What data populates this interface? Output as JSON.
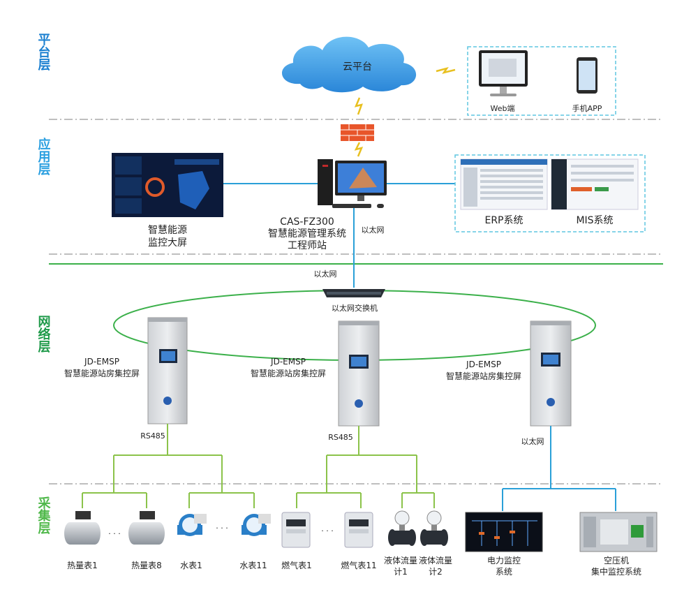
{
  "layers": [
    {
      "label": "平台层",
      "color": "#1a7fd0"
    },
    {
      "label": "应用层",
      "color": "#2a9fe0"
    },
    {
      "label": "网络层",
      "color": "#1f9a4a"
    },
    {
      "label": "采集层",
      "color": "#4fb84a"
    }
  ],
  "platform": {
    "cloud_label": "云平台",
    "web_label": "Web端",
    "app_label": "手机APP"
  },
  "application": {
    "bigscreen_label": [
      "智慧能源",
      "监控大屏"
    ],
    "workstation_label": [
      "CAS-FZ300",
      "智慧能源管理系统",
      "工程师站"
    ],
    "ethernet_label": "以太网",
    "erp_label": "ERP系统",
    "mis_label": "MIS系统"
  },
  "network": {
    "ethernet_label": "以太网",
    "switch_label": "以太网交换机",
    "cabinets": [
      {
        "model": "JD-EMSP",
        "name": "智慧能源站房集控屏",
        "bus": "RS485"
      },
      {
        "model": "JD-EMSP",
        "name": "智慧能源站房集控屏",
        "bus": "RS485"
      },
      {
        "model": "JD-EMSP",
        "name": "智慧能源站房集控屏",
        "bus": "以太网"
      }
    ]
  },
  "collection": {
    "devices": [
      {
        "label": "热量表1"
      },
      {
        "label": "热量表8"
      },
      {
        "label": "水表1"
      },
      {
        "label": "水表11"
      },
      {
        "label": "燃气表1"
      },
      {
        "label": "燃气表11"
      },
      {
        "label": "液体流量计1"
      },
      {
        "label": "液体流量计2"
      }
    ],
    "ellipsis": "· · ·",
    "power_label": [
      "电力监控",
      "系统"
    ],
    "air_label": [
      "空压机",
      "集中监控系统"
    ]
  }
}
